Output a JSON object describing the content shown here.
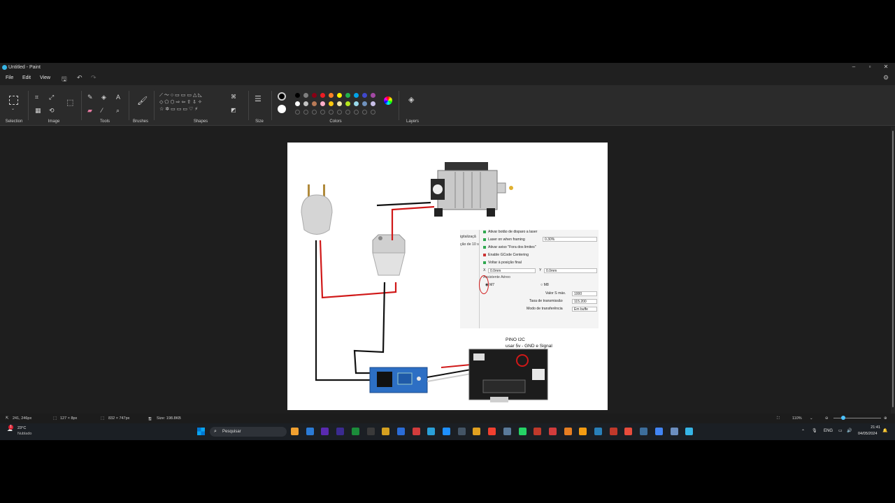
{
  "window": {
    "title": "Untitled - Paint"
  },
  "menu": {
    "file": "File",
    "edit": "Edit",
    "view": "View"
  },
  "ribbon": {
    "groups": {
      "selection": "Selection",
      "image": "Image",
      "tools": "Tools",
      "brushes": "Brushes",
      "shapes": "Shapes",
      "size": "Size",
      "colors": "Colors",
      "layers": "Layers"
    },
    "palette_row1": [
      "#000000",
      "#7f7f7f",
      "#880015",
      "#ed1c24",
      "#ff7f27",
      "#fff200",
      "#22b14c",
      "#00a2e8",
      "#3f48cc",
      "#a349a4"
    ],
    "palette_row2": [
      "#ffffff",
      "#c3c3c3",
      "#b97a57",
      "#ffaec9",
      "#ffc90e",
      "#efe4b0",
      "#b5e61d",
      "#99d9ea",
      "#7092be",
      "#c8bfe7"
    ],
    "primary_color": "#000000",
    "secondary_color": "#ffffff"
  },
  "canvas": {
    "inset": {
      "partial_left": "igitalizaçã",
      "partial_left2": "ção de 10 s",
      "rows": [
        "Ativar botão de disparo a laser",
        "Laser on when framing",
        "Ativar aviso \"Fora dos limites\"",
        "Enable GCode Centering",
        "Voltar à posição final"
      ],
      "laser_value": "0.30%",
      "x_label": "X",
      "x_value": "0.0mm",
      "y_label": "Y",
      "y_value": "0.0mm",
      "assist_heading": "Assistente Aéreo",
      "m7": "M7",
      "m8": "M8",
      "valor_label": "Valor S máx.",
      "valor_value": "1000",
      "taxa_label": "Taxa de transmissão",
      "taxa_value": "115.200",
      "modo_label": "Modo de transferência",
      "modo_value": "Em buffe"
    },
    "pino_line1": "PINO I2C",
    "pino_line2": "usar 5v - GND e Signal"
  },
  "status": {
    "cursor": "241, 246px",
    "selection": "127 × 8px",
    "canvas_size": "832 × 747px",
    "file_size": "Size: 198.8KB",
    "zoom": "110%"
  },
  "taskbar": {
    "weather_temp": "23°C",
    "weather_desc": "Nublado",
    "search_placeholder": "Pesquisar",
    "lang": "ENG",
    "time": "21:41",
    "date": "04/05/2024",
    "notif_count": "1"
  }
}
